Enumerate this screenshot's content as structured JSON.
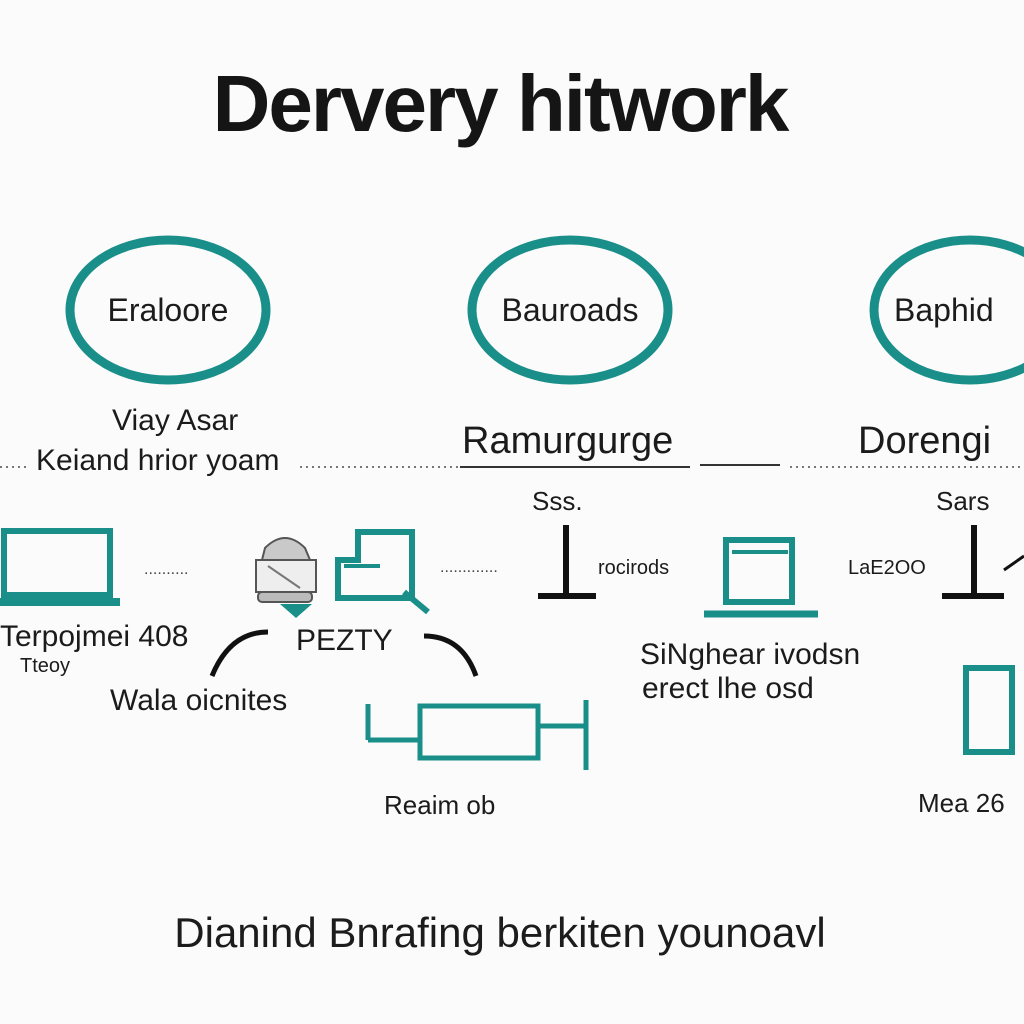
{
  "title": "Dervery hitwork",
  "colors": {
    "accent": "#1a8f8a",
    "line": "#1b1b1b",
    "background": "#fbfbfb"
  },
  "nodes": [
    {
      "id": "erallore",
      "label": "Eraloore"
    },
    {
      "id": "bauuroads",
      "label": "Bauroads"
    },
    {
      "id": "baphid",
      "label": "Baphid"
    }
  ],
  "labels": {
    "top_left_1": "Viay Asar",
    "top_left_2": "Keiand hrior yoam",
    "top_mid": "Ramurgurge",
    "top_right": "Dorengi",
    "mid_mid_small": "Sss.",
    "mid_right_small": "Sars",
    "conn_1": "..........",
    "conn_2": ".............",
    "conn_3": "rocirods",
    "conn_4": "LaE2OO",
    "device_1": "Terpojmei 408",
    "device_1_sub": "Tteoy",
    "device_2": "PEZTY",
    "device_3": "Wala oicnites",
    "device_4": "Reaim ob",
    "note_1": "SiNghear ivodsn",
    "note_2": "erect lhe osd",
    "device_5": "Mea 26"
  },
  "footer": "Dianind Bnrafing berkiten younoavl",
  "icons": [
    "laptop-icon",
    "router-icon",
    "tablet-icon",
    "antenna-icon",
    "monitor-icon",
    "antenna-icon",
    "server-icon",
    "phone-icon"
  ]
}
